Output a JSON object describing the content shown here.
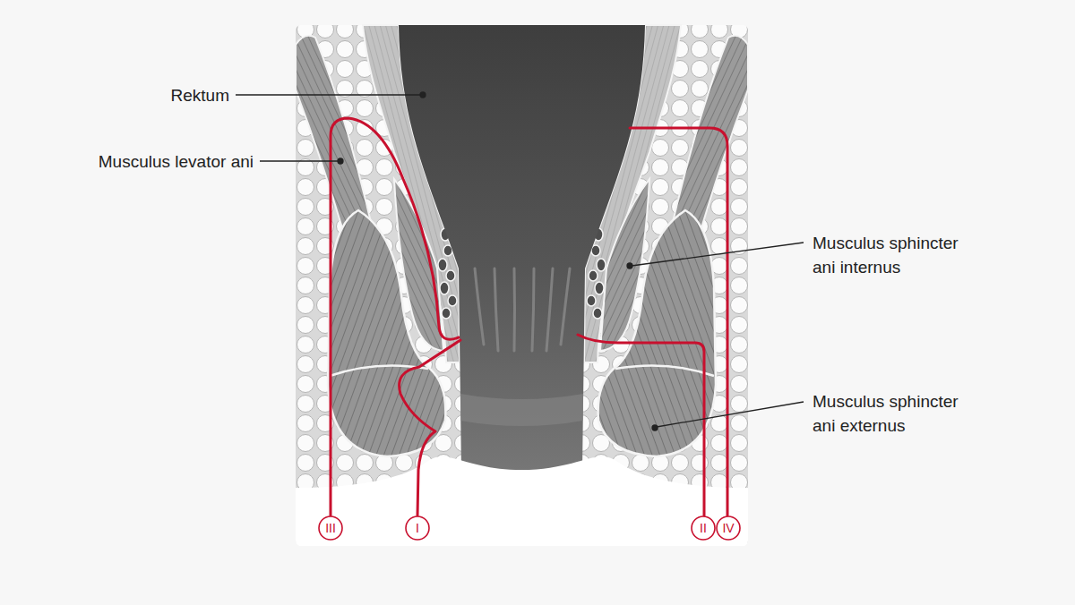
{
  "diagram": {
    "nodes": [
      {
        "text": [
          "III"
        ]
      },
      {
        "text": [
          "I"
        ]
      },
      {
        "text": [
          "II"
        ]
      },
      {
        "text": [
          "IV"
        ]
      }
    ],
    "labels": [
      "Rektum",
      "Musculus levator ani",
      "Musculus sphincter ani internus",
      "Musculus sphincter ani externus"
    ]
  }
}
